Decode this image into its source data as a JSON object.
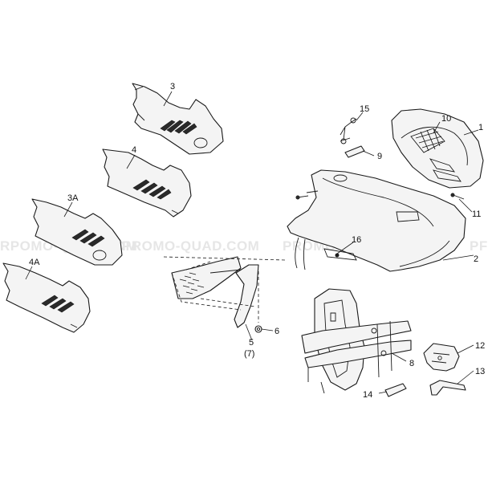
{
  "diagram": {
    "watermarks": [
      "RPOMO-QUAD.COM",
      "PROMO-QUAD.COM",
      "PROMO-QUAD.COM",
      "PF"
    ],
    "callouts": [
      {
        "id": "3",
        "label": "3"
      },
      {
        "id": "4",
        "label": "4"
      },
      {
        "id": "3A",
        "label": "3A"
      },
      {
        "id": "4A",
        "label": "4A"
      },
      {
        "id": "15",
        "label": "15"
      },
      {
        "id": "10",
        "label": "10"
      },
      {
        "id": "1",
        "label": "1"
      },
      {
        "id": "9",
        "label": "9"
      },
      {
        "id": "11",
        "label": "11"
      },
      {
        "id": "16",
        "label": "16"
      },
      {
        "id": "2",
        "label": "2"
      },
      {
        "id": "6",
        "label": "6"
      },
      {
        "id": "5",
        "label": "5"
      },
      {
        "id": "7",
        "label": "(7)"
      },
      {
        "id": "8",
        "label": "8"
      },
      {
        "id": "12",
        "label": "12"
      },
      {
        "id": "13",
        "label": "13"
      },
      {
        "id": "14",
        "label": "14"
      }
    ]
  }
}
